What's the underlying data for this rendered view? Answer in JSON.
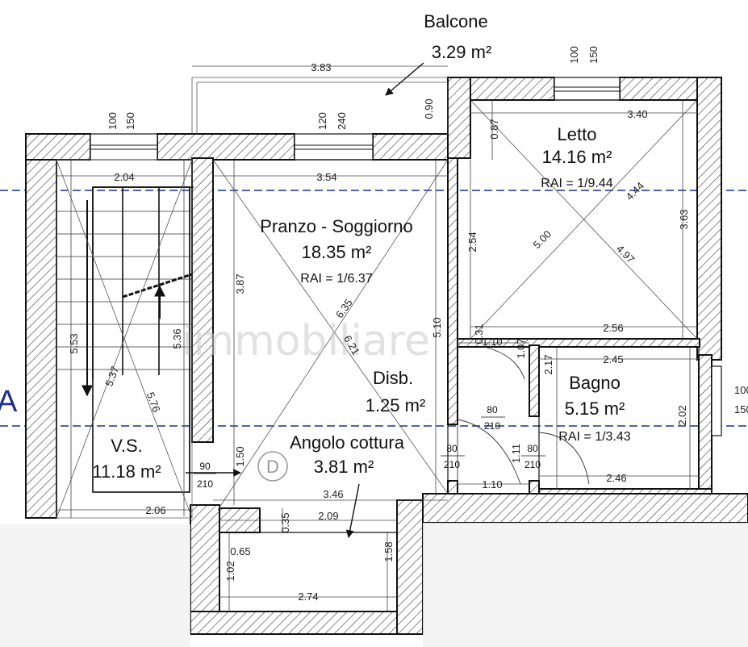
{
  "rooms": {
    "balcone": {
      "name": "Balcone",
      "area": "3.29 m²"
    },
    "letto": {
      "name": "Letto",
      "area": "14.16 m²",
      "rai": "RAI = 1/9.44"
    },
    "pranzo": {
      "name": "Pranzo - Soggiorno",
      "area": "18.35 m²",
      "rai": "RAI = 1/6.37"
    },
    "disb": {
      "name": "Disb.",
      "area": "1.25 m²"
    },
    "bagno": {
      "name": "Bagno",
      "area": "5.15 m²",
      "rai": "RAI = 1/3.43"
    },
    "vs": {
      "name": "V.S.",
      "area": "11.18 m²"
    },
    "cottura": {
      "name": "Angolo cottura",
      "area": "3.81 m²"
    }
  },
  "dimensions": {
    "d383": "3.83",
    "d090": "0.90",
    "d340": "3.40",
    "d087": "0.87",
    "d204": "2.04",
    "d354": "3.54",
    "d254": "2.54",
    "d500": "5.00",
    "d444": "4.44",
    "d497": "4.97",
    "d363": "3.63",
    "d387": "3.87",
    "d635": "6.35",
    "d621": "6.21",
    "d553": "5.53",
    "d536": "5.36",
    "d537": "5.37",
    "d576": "5.76",
    "d510": "5.10",
    "d256": "2.56",
    "d031": "0.31",
    "d110a": "1.10",
    "d107": "1.07",
    "d245": "2.45",
    "d217": "2.17",
    "d202": "2.02",
    "d150": "1.50",
    "d111": "1.11",
    "d110b": "1.10",
    "d246": "2.46",
    "d346": "3.46",
    "d209": "2.09",
    "d206": "2.06",
    "d035": "0.35",
    "d065": "0.65",
    "d102": "1.02",
    "d158": "1.58",
    "d274": "2.74"
  },
  "windows": {
    "w1_top": "100",
    "w1_bot": "150",
    "w2_top": "120",
    "w2_bot": "240",
    "w3_top": "100",
    "w3_bot": "150",
    "w4_top": "100",
    "w4_bot": "150"
  },
  "doors": {
    "d1_w": "80",
    "d1_h": "210",
    "d2_w": "80",
    "d2_h": "210",
    "d3_w": "80",
    "d3_h": "210",
    "d4_w": "90",
    "d4_h": "210"
  },
  "labels": {
    "section_marker": "D",
    "axis_letter": "A",
    "watermark": "immobiliare"
  }
}
